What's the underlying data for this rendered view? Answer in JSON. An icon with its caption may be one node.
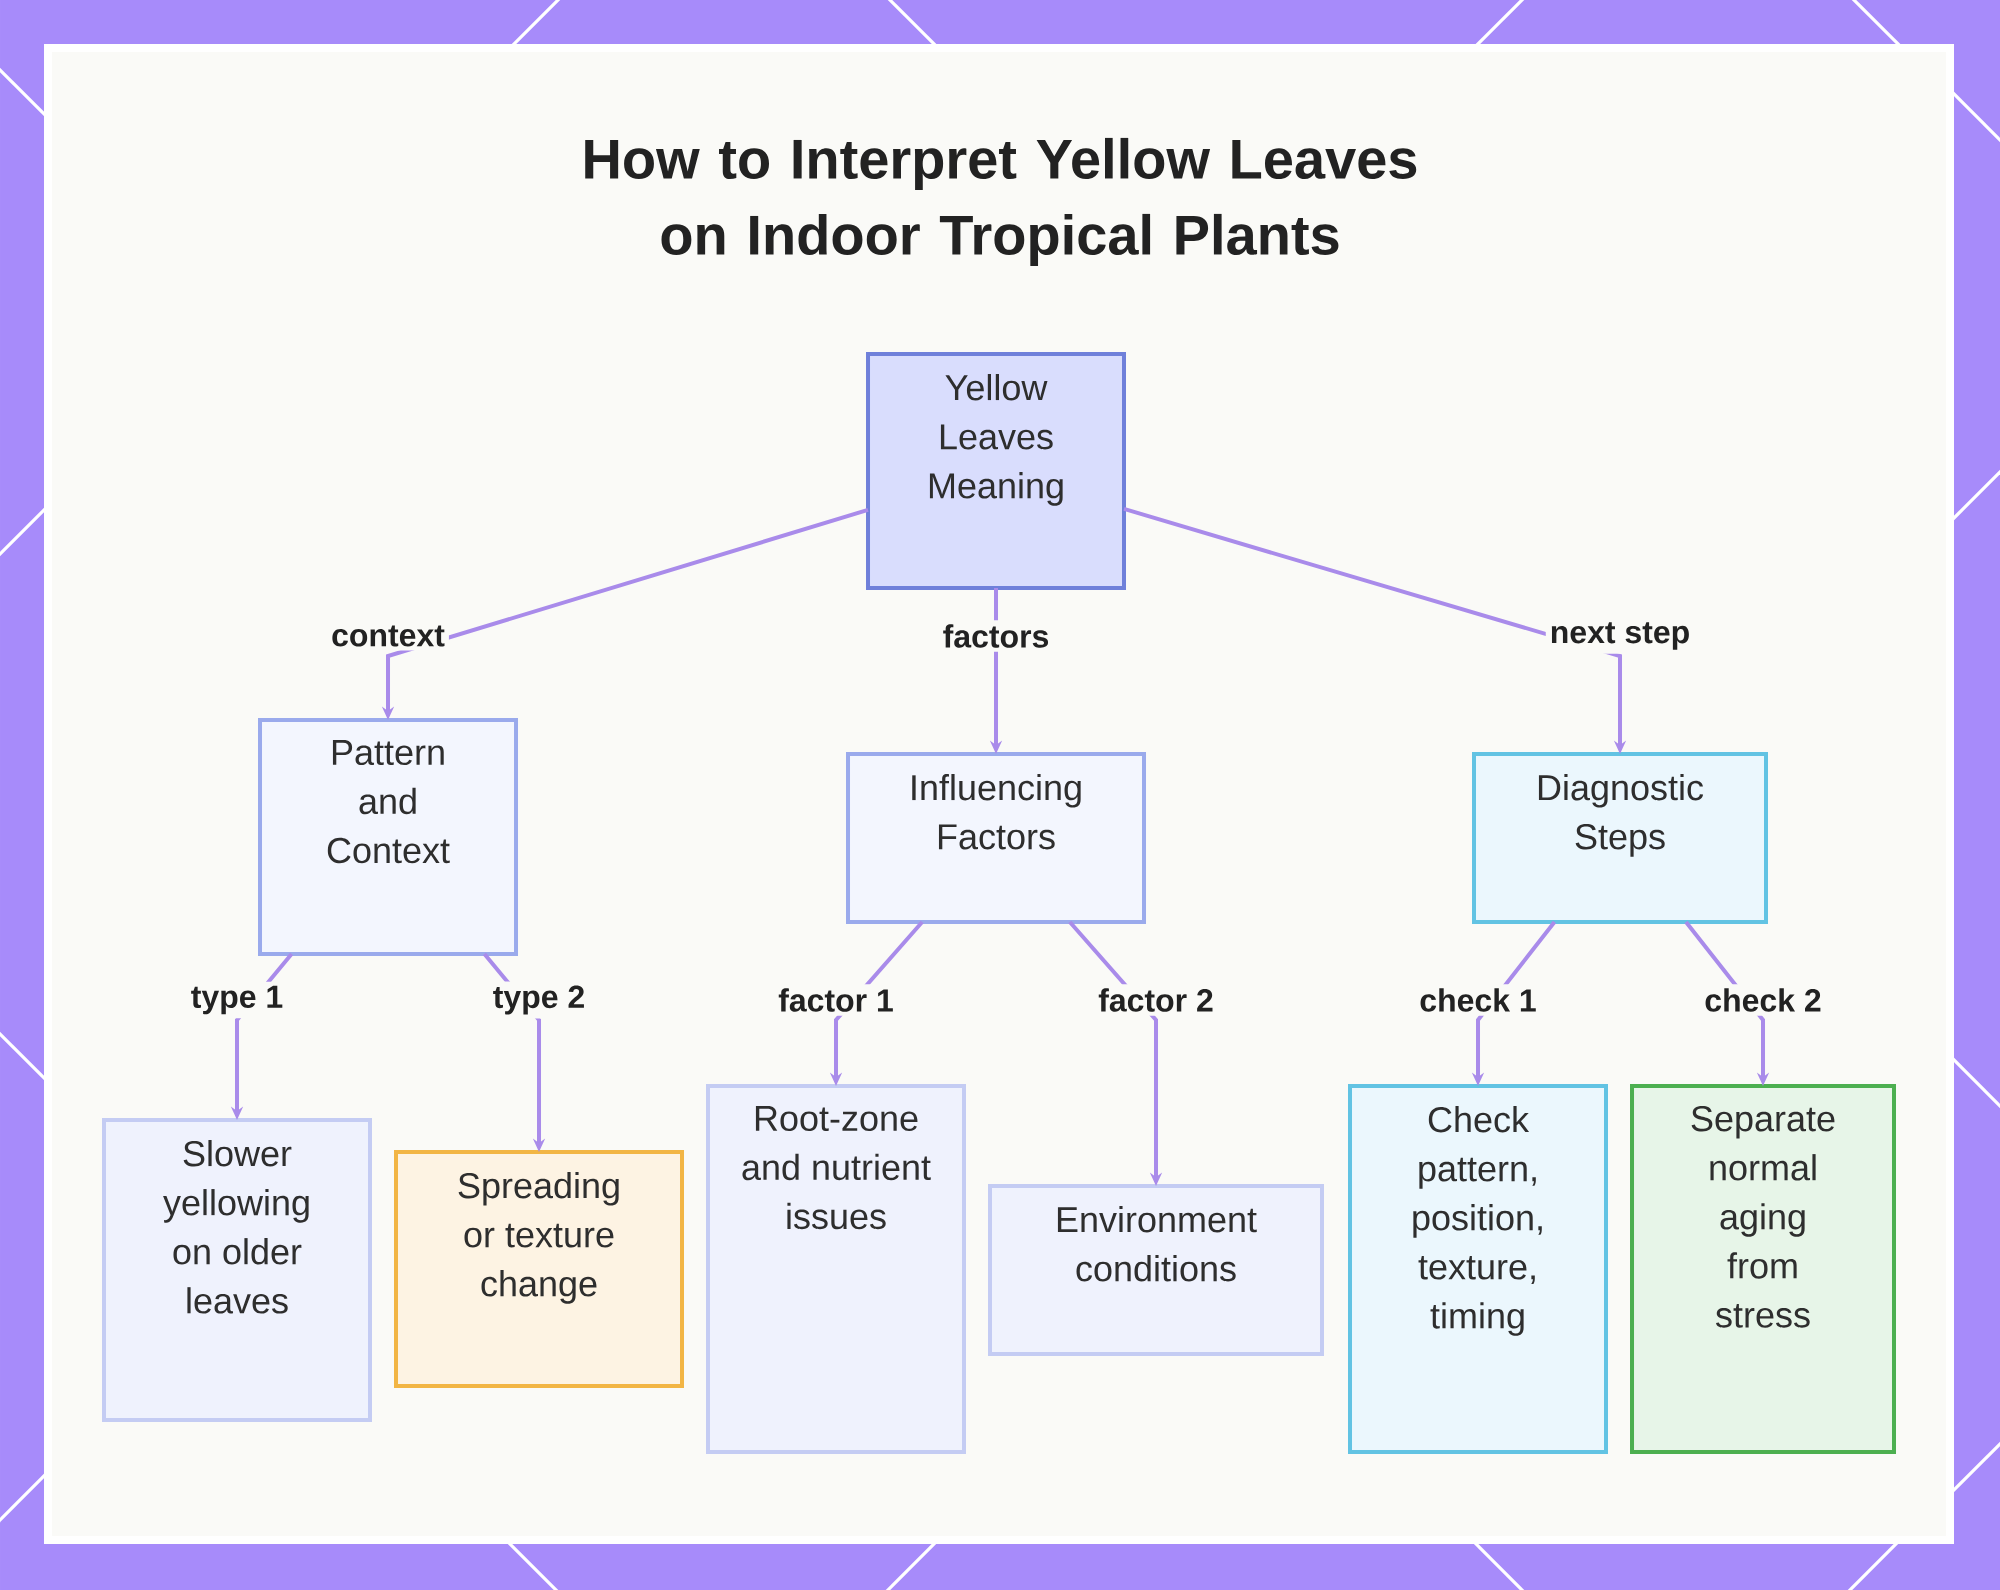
{
  "diagram": {
    "title": "How to Interpret Yellow Leaves on Indoor Tropical Plants",
    "nodes": [
      {
        "text": [
          "Yellow Leaves Meaning"
        ]
      },
      {
        "text": [
          "Pattern and Context"
        ]
      },
      {
        "text": [
          "Influencing Factors"
        ]
      },
      {
        "text": [
          "Diagnostic Steps"
        ]
      },
      {
        "text": [
          "Slower yellowing on older leaves"
        ]
      },
      {
        "text": [
          "Spreading or texture change"
        ]
      },
      {
        "text": [
          "Root-zone and nutrient issues"
        ]
      },
      {
        "text": [
          "Environment conditions"
        ]
      },
      {
        "text": [
          "Check pattern, position, texture, timing"
        ]
      },
      {
        "text": [
          "Separate normal aging from stress"
        ]
      }
    ],
    "edges": [
      {
        "from": 0,
        "to": 1,
        "arrow": "to",
        "label": "context"
      },
      {
        "from": 0,
        "to": 2,
        "arrow": "to",
        "label": "factors"
      },
      {
        "from": 0,
        "to": 3,
        "arrow": "to",
        "label": "next step"
      },
      {
        "from": 1,
        "to": 4,
        "arrow": "to",
        "label": "type 1"
      },
      {
        "from": 1,
        "to": 5,
        "arrow": "to",
        "label": "type 2"
      },
      {
        "from": 2,
        "to": 6,
        "arrow": "to",
        "label": "factor 1"
      },
      {
        "from": 2,
        "to": 7,
        "arrow": "to",
        "label": "factor 2"
      },
      {
        "from": 3,
        "to": 8,
        "arrow": "to",
        "label": "check 1"
      },
      {
        "from": 3,
        "to": 9,
        "arrow": "to",
        "label": "check 2"
      }
    ]
  }
}
